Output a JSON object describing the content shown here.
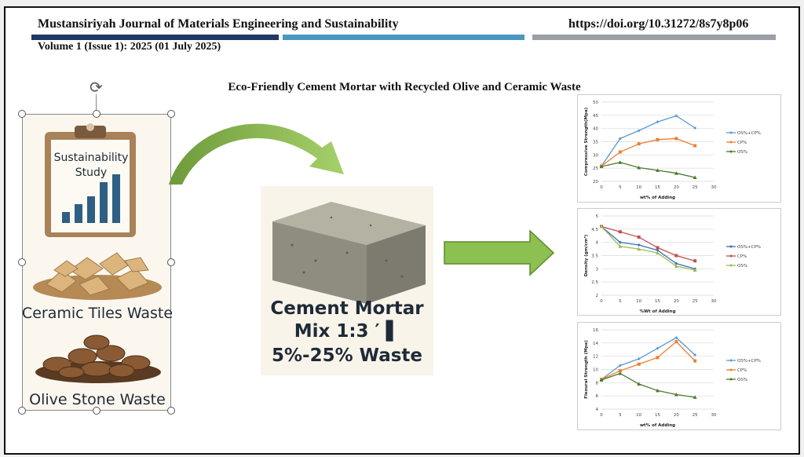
{
  "header": {
    "journal": "Mustansiriyah Journal of Materials Engineering and Sustainability",
    "doi": "https://doi.org/10.31272/8s7y8p06",
    "volume": "Volume 1 (Issue 1): 2025 (01 July 2025)",
    "title": "Eco-Friendly Cement Mortar with Recycled Olive and Ceramic Waste"
  },
  "colors": {
    "navy": "#1f3864",
    "blue": "#4a97c2",
    "grey": "#9aa0a6",
    "arrow_green": "#8cc152"
  },
  "left": {
    "clipboard_text": [
      "Sustainability",
      "Study"
    ],
    "ceramic_label": "Ceramic Tiles Waste",
    "olive_label": "Olive Stone Waste"
  },
  "center": {
    "line1": "Cement Mortar",
    "line2": "Mix 1:3 ′ ▌",
    "line3": "5%-25% Waste"
  },
  "chart_data": [
    {
      "type": "line",
      "ylabel": "Compressive Strength(Mpa)",
      "xlabel": "wt% of Adding",
      "xlim": [
        0,
        30
      ],
      "ylim": [
        20,
        50
      ],
      "ystep": 5,
      "x": [
        0,
        5,
        10,
        15,
        20,
        25
      ],
      "series": [
        {
          "name": "OS%+CP%",
          "color": "#5b9bd5",
          "marker": "diamond",
          "values": [
            25.8,
            36.2,
            39.2,
            42.5,
            44.8,
            40.2
          ]
        },
        {
          "name": "CP%",
          "color": "#ed7d31",
          "marker": "square",
          "values": [
            25.8,
            31.1,
            34.2,
            35.8,
            36.2,
            33.5
          ]
        },
        {
          "name": "OS%",
          "color": "#4a7a2c",
          "marker": "triangle",
          "values": [
            25.6,
            27.2,
            25.2,
            24.2,
            23.1,
            21.5
          ]
        }
      ]
    },
    {
      "type": "line",
      "ylabel": "Density (gm/cm³)",
      "xlabel": "%Wt of Adding",
      "xlim": [
        0,
        30
      ],
      "ylim": [
        2,
        5
      ],
      "ystep": 0.5,
      "x": [
        0,
        5,
        10,
        15,
        20,
        25
      ],
      "series": [
        {
          "name": "OS%+CP%",
          "color": "#3a6fb7",
          "marker": "diamond",
          "values": [
            4.6,
            4.0,
            3.9,
            3.7,
            3.2,
            3.0
          ]
        },
        {
          "name": "CP%",
          "color": "#c0504d",
          "marker": "square",
          "values": [
            4.6,
            4.4,
            4.2,
            3.8,
            3.5,
            3.3
          ]
        },
        {
          "name": "OS%",
          "color": "#9bbb59",
          "marker": "triangle",
          "values": [
            4.6,
            3.85,
            3.75,
            3.6,
            3.1,
            2.95
          ]
        }
      ]
    },
    {
      "type": "line",
      "ylabel": "Flexural Strength (Mpa)",
      "xlabel": "wt% of Adding",
      "xlim": [
        0,
        30
      ],
      "ylim": [
        4,
        16
      ],
      "ystep": 2,
      "x": [
        0,
        5,
        10,
        15,
        20,
        25
      ],
      "series": [
        {
          "name": "OS%+CP%",
          "color": "#5b9bd5",
          "marker": "diamond",
          "values": [
            8.5,
            10.6,
            11.6,
            13.2,
            14.8,
            12.2
          ]
        },
        {
          "name": "CP%",
          "color": "#ed7d31",
          "marker": "square",
          "values": [
            8.5,
            9.8,
            10.8,
            11.8,
            14.2,
            11.3
          ]
        },
        {
          "name": "OS%",
          "color": "#4a7a2c",
          "marker": "triangle",
          "values": [
            8.4,
            9.4,
            7.8,
            6.8,
            6.2,
            5.8
          ]
        }
      ]
    }
  ]
}
